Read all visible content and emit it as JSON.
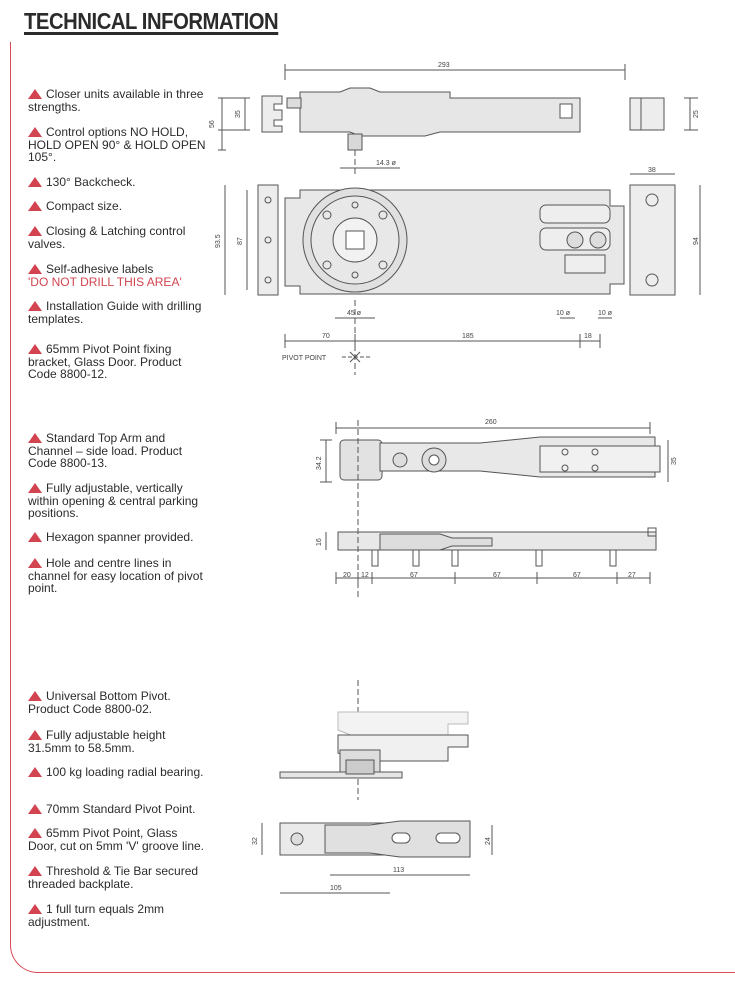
{
  "title": "TECHNICAL INFORMATION",
  "accent_color": "#d2444f",
  "features": [
    {
      "text": "Closer units available in three strengths."
    },
    {
      "text": "Control options NO HOLD, HOLD OPEN 90° & HOLD OPEN 105°."
    },
    {
      "text": "130° Backcheck."
    },
    {
      "text": "Compact size."
    },
    {
      "text": "Closing & Latching control valves."
    },
    {
      "text": "Self-adhesive labels",
      "warning": "'DO NOT DRILL THIS AREA'"
    },
    {
      "text": "Installation Guide with drilling templates."
    },
    {
      "text": "65mm Pivot Point fixing bracket, Glass Door. Product Code 8800-12."
    },
    {
      "text": "Standard Top Arm and Channel – side load. Product Code 8800-13."
    },
    {
      "text": "Fully adjustable, vertically within opening & central parking positions."
    },
    {
      "text": "Hexagon spanner provided."
    },
    {
      "text": "Hole and centre lines in channel for easy location of pivot point."
    },
    {
      "text": "Universal Bottom Pivot. Product Code 8800-02."
    },
    {
      "text": "Fully adjustable height 31.5mm to 58.5mm."
    },
    {
      "text": "100 kg loading radial bearing."
    },
    {
      "text": "70mm Standard Pivot Point."
    },
    {
      "text": "65mm Pivot Point, Glass Door, cut on 5mm 'V' groove line."
    },
    {
      "text": "Threshold & Tie Bar secured threaded backplate."
    },
    {
      "text": "1 full turn equals 2mm adjustment."
    }
  ],
  "drawings": {
    "closer": {
      "dim_293": "293",
      "dim_56": "56",
      "dim_35": "35",
      "dim_25": "25",
      "dim_143": "14.3 ø",
      "dim_38": "38",
      "dim_935": "93.5",
      "dim_87": "87",
      "dim_94": "94",
      "dim_45": "45 ø",
      "dim_10a": "10 ø",
      "dim_10b": "10 ø",
      "dim_70": "70",
      "dim_185": "185",
      "dim_18": "18",
      "pivot_label": "PIVOT POINT"
    },
    "arm": {
      "dim_260": "260",
      "dim_342": "34.2",
      "dim_35": "35",
      "dim_16": "16",
      "dim_20": "20",
      "dim_12": "12",
      "dim_67a": "67",
      "dim_67b": "67",
      "dim_67c": "67",
      "dim_27": "27"
    },
    "pivot": {
      "dim_32": "32",
      "dim_24": "24",
      "dim_113": "113",
      "dim_105": "105"
    }
  }
}
